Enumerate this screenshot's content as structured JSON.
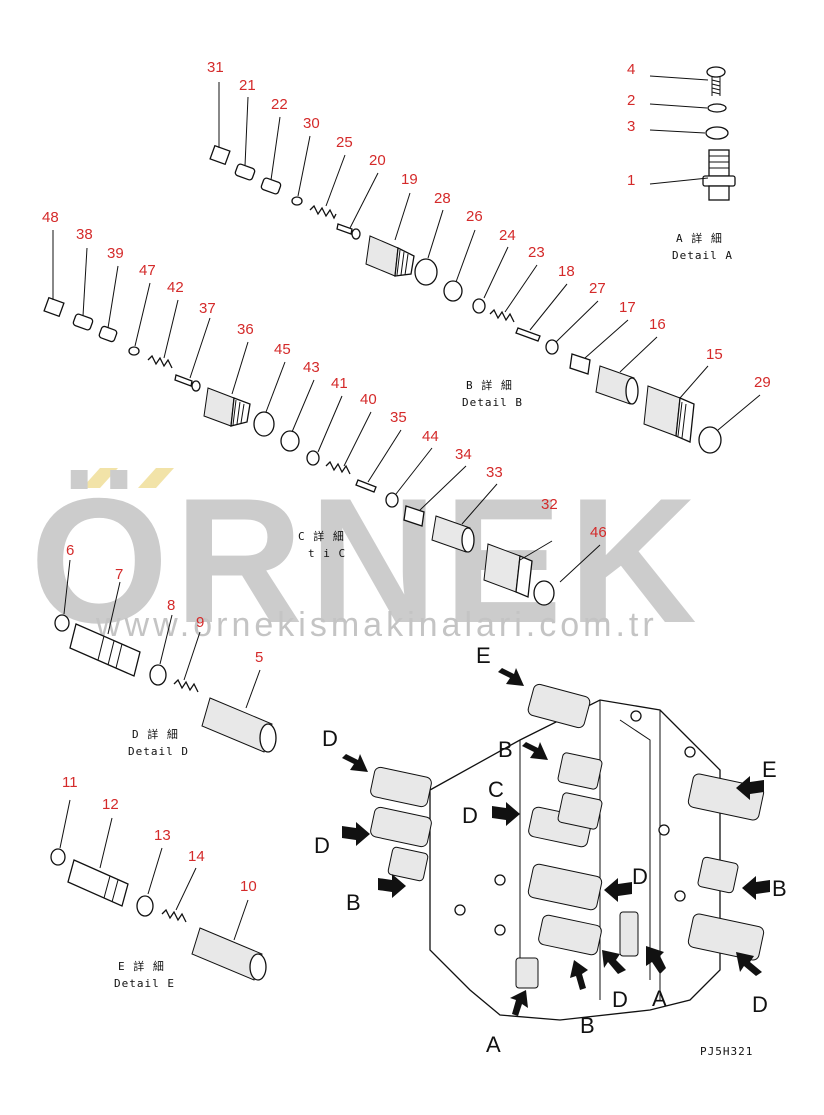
{
  "watermark": {
    "brand": "ÖRNEK",
    "url": "www.ornekismakinalari.com.tr",
    "accent_color": "#f2e3a8"
  },
  "captions": {
    "detail_a_jp": "A 詳 細",
    "detail_a_en": "Detail A",
    "detail_b_jp": "B 詳 細",
    "detail_b_en": "Detail B",
    "detail_c_jp": "C 詳 細",
    "detail_c_en": "t i C",
    "detail_d_jp": "D 詳 細",
    "detail_d_en": "Detail D",
    "detail_e_jp": "E 詳 細",
    "detail_e_en": "Detail E"
  },
  "drawing_code": "PJ5H321",
  "part_numbers": {
    "p1": "1",
    "p2": "2",
    "p3": "3",
    "p4": "4",
    "p5": "5",
    "p6": "6",
    "p7": "7",
    "p8": "8",
    "p9": "9",
    "p10": "10",
    "p11": "11",
    "p12": "12",
    "p13": "13",
    "p14": "14",
    "p15": "15",
    "p16": "16",
    "p17": "17",
    "p18": "18",
    "p19": "19",
    "p20": "20",
    "p21": "21",
    "p22": "22",
    "p23": "23",
    "p24": "24",
    "p25": "25",
    "p26": "26",
    "p27": "27",
    "p28": "28",
    "p29": "29",
    "p30": "30",
    "p31": "31",
    "p32": "32",
    "p33": "33",
    "p34": "34",
    "p35": "35",
    "p36": "36",
    "p37": "37",
    "p38": "38",
    "p39": "39",
    "p40": "40",
    "p41": "41",
    "p42": "42",
    "p43": "43",
    "p44": "44",
    "p45": "45",
    "p46": "46",
    "p47": "47",
    "p48": "48"
  },
  "view_letters": {
    "a": "A",
    "b": "B",
    "c": "C",
    "d": "D",
    "e": "E"
  },
  "colors": {
    "part_number": "#d42a2a",
    "line": "#111111"
  }
}
